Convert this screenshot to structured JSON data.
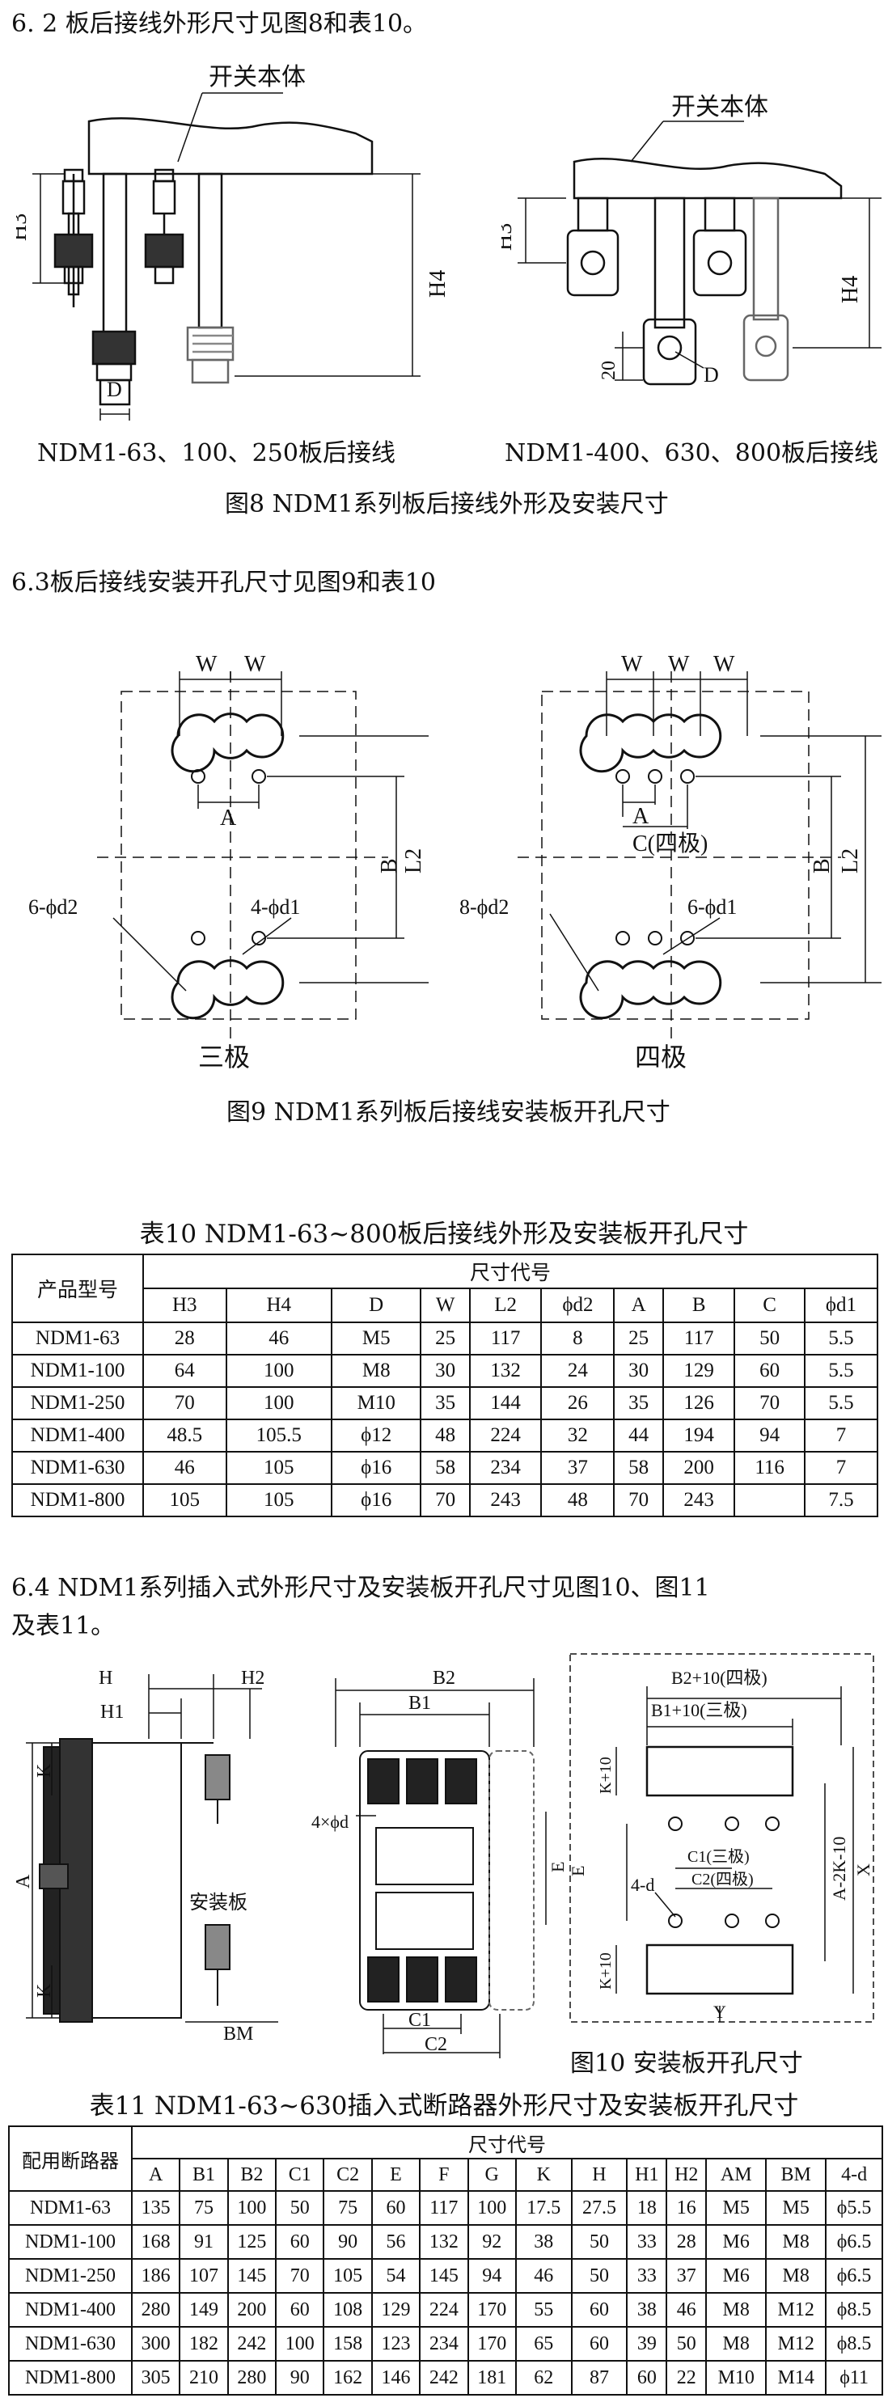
{
  "section_6_2": {
    "heading": "6. 2  板后接线外形尺寸见图8和表10。",
    "left_label_body": "开关本体",
    "right_label_body": "开关本体",
    "dims": {
      "h3": "H3",
      "h4": "H4",
      "d": "D",
      "h3r": "H3",
      "h4r": "H4",
      "dr": "D",
      "twenty": "20"
    },
    "left_caption": "NDM1-63、100、250板后接线",
    "right_caption": "NDM1-400、630、800板后接线",
    "fig_caption": "图8 NDM1系列板后接线外形及安装尺寸"
  },
  "section_6_3": {
    "heading": "6.3板后接线安装开孔尺寸见图9和表10",
    "left": {
      "w1": "W",
      "w2": "W",
      "a": "A",
      "b": "B",
      "l2": "L2",
      "d2": "6-ϕd2",
      "d1": "4-ϕd1",
      "label": "三极"
    },
    "right": {
      "w1": "W",
      "w2": "W",
      "w3": "W",
      "a": "A",
      "c": "C(四极)",
      "b": "B",
      "l2": "L2",
      "d2": "8-ϕd2",
      "d1": "6-ϕd1",
      "label": "四极"
    },
    "fig_caption": "图9 NDM1系列板后接线安装板开孔尺寸"
  },
  "table10": {
    "title": "表10 NDM1-63~800板后接线外形及安装板开孔尺寸",
    "corner": "产品型号",
    "group": "尺寸代号",
    "columns": [
      "H3",
      "H4",
      "D",
      "W",
      "L2",
      "ϕd2",
      "A",
      "B",
      "C",
      "ϕd1"
    ],
    "rows": [
      [
        "NDM1-63",
        "28",
        "46",
        "M5",
        "25",
        "117",
        "8",
        "25",
        "117",
        "50",
        "5.5"
      ],
      [
        "NDM1-100",
        "64",
        "100",
        "M8",
        "30",
        "132",
        "24",
        "30",
        "129",
        "60",
        "5.5"
      ],
      [
        "NDM1-250",
        "70",
        "100",
        "M10",
        "35",
        "144",
        "26",
        "35",
        "126",
        "70",
        "5.5"
      ],
      [
        "NDM1-400",
        "48.5",
        "105.5",
        "ϕ12",
        "48",
        "224",
        "32",
        "44",
        "194",
        "94",
        "7"
      ],
      [
        "NDM1-630",
        "46",
        "105",
        "ϕ16",
        "58",
        "234",
        "37",
        "58",
        "200",
        "116",
        "7"
      ],
      [
        "NDM1-800",
        "105",
        "105",
        "ϕ16",
        "70",
        "243",
        "48",
        "70",
        "243",
        "",
        "7.5"
      ]
    ]
  },
  "section_6_4": {
    "heading_line1": "6.4 NDM1系列插入式外形尺寸及安装板开孔尺寸见图10、图11",
    "heading_line2": "及表11。",
    "side": {
      "h": "H",
      "h1": "H1",
      "h2": "H2",
      "k1": "K",
      "k2": "K",
      "a": "A",
      "plate": "安装板",
      "bm": "BM"
    },
    "front": {
      "b2": "B2",
      "b1": "B1",
      "hole": "4×ϕd",
      "e": "E",
      "c1": "C1",
      "c2": "C2"
    },
    "cutout": {
      "b2": "B2+10(四极)",
      "b1": "B1+10(三极)",
      "k1": "K+10",
      "k2": "K+10",
      "c1": "C1(三极)",
      "c2": "C2(四极)",
      "e": "E",
      "x": "X",
      "ak": "A-2K-10",
      "d4": "4-d",
      "y": "Y"
    },
    "fig_caption": "图10  安装板开孔尺寸"
  },
  "table11": {
    "title": "表11 NDM1-63~630插入式断路器外形尺寸及安装板开孔尺寸",
    "corner": "配用断路器",
    "group": "尺寸代号",
    "columns": [
      "A",
      "B1",
      "B2",
      "C1",
      "C2",
      "E",
      "F",
      "G",
      "K",
      "H",
      "H1",
      "H2",
      "AM",
      "BM",
      "4-d"
    ],
    "rows": [
      [
        "NDM1-63",
        "135",
        "75",
        "100",
        "50",
        "75",
        "60",
        "117",
        "100",
        "17.5",
        "27.5",
        "18",
        "16",
        "M5",
        "M5",
        "ϕ5.5"
      ],
      [
        "NDM1-100",
        "168",
        "91",
        "125",
        "60",
        "90",
        "56",
        "132",
        "92",
        "38",
        "50",
        "33",
        "28",
        "M6",
        "M8",
        "ϕ6.5"
      ],
      [
        "NDM1-250",
        "186",
        "107",
        "145",
        "70",
        "105",
        "54",
        "145",
        "94",
        "46",
        "50",
        "33",
        "37",
        "M6",
        "M8",
        "ϕ6.5"
      ],
      [
        "NDM1-400",
        "280",
        "149",
        "200",
        "60",
        "108",
        "129",
        "224",
        "170",
        "55",
        "60",
        "38",
        "46",
        "M8",
        "M12",
        "ϕ8.5"
      ],
      [
        "NDM1-630",
        "300",
        "182",
        "242",
        "100",
        "158",
        "123",
        "234",
        "170",
        "65",
        "60",
        "39",
        "50",
        "M8",
        "M12",
        "ϕ8.5"
      ],
      [
        "NDM1-800",
        "305",
        "210",
        "280",
        "90",
        "162",
        "146",
        "242",
        "181",
        "62",
        "87",
        "60",
        "22",
        "M10",
        "M14",
        "ϕ11"
      ]
    ]
  }
}
